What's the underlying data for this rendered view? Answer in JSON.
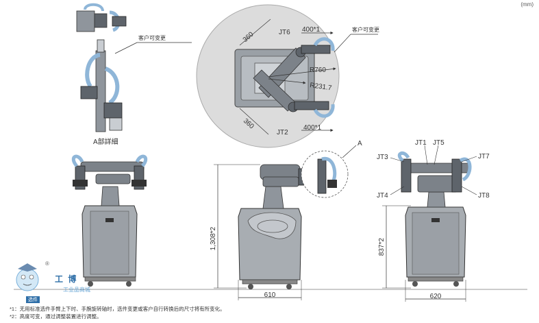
{
  "units": "(mm)",
  "top_view": {
    "joint_top": "JT6",
    "joint_bottom": "JT2",
    "dim_top": "400*1",
    "dim_bottom": "400*1",
    "dim_left_top": "360",
    "dim_left_bottom": "360",
    "radius_outer": "R760",
    "radius_inner": "R231.7",
    "customizable": "客户可变更"
  },
  "detail_a": {
    "caption": "A部詳細",
    "customizable": "客户可变更",
    "callout": "A"
  },
  "front_view": {
    "height_dim": "1,308*2",
    "width_dim": "610"
  },
  "side_view": {
    "joints": {
      "jt1": "JT1",
      "jt3": "JT3",
      "jt4": "JT4",
      "jt5": "JT5",
      "jt7": "JT7",
      "jt8": "JT8"
    },
    "height_dim": "837*2",
    "width_dim": "620"
  },
  "notes": {
    "note1": "*1：无用标准选件手臂上下时、手腕旋转轴时，选件变更或客户自行转换后的尺寸将有所变化。",
    "note2": "*2：高度可变，通过调整装置进行调整。"
  },
  "watermark": {
    "brand": "工 博",
    "subtitle": "工业品商城",
    "registered": "®",
    "tag": "选件"
  },
  "colors": {
    "robot_gray": "#8f959c",
    "robot_dark": "#5e646b",
    "arm_light": "#c9cdd2",
    "cable_blue": "#8fb6d8",
    "range_fill": "#dcdcdc",
    "line": "#333333"
  }
}
